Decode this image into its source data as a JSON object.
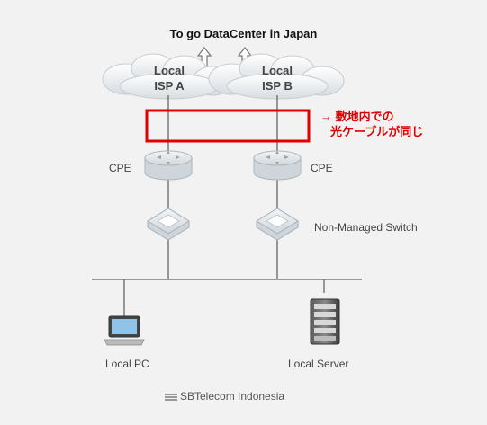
{
  "title": "To go DataCenter in Japan",
  "isp_a": {
    "line1": "Local",
    "line2": "ISP A"
  },
  "isp_b": {
    "line1": "Local",
    "line2": "ISP B"
  },
  "note": {
    "line1": "→ 敷地内での",
    "line2": "光ケーブルが同じ"
  },
  "cpe_left_label": "CPE",
  "cpe_right_label": "CPE",
  "switch_label": "Non-Managed Switch",
  "pc_label": "Local PC",
  "server_label": "Local Server",
  "brand": "SBTelecom Indonesia",
  "colors": {
    "background": "#f2f2f2",
    "highlight": "#e00000",
    "line": "#666666",
    "device": "#e3e8ec"
  }
}
